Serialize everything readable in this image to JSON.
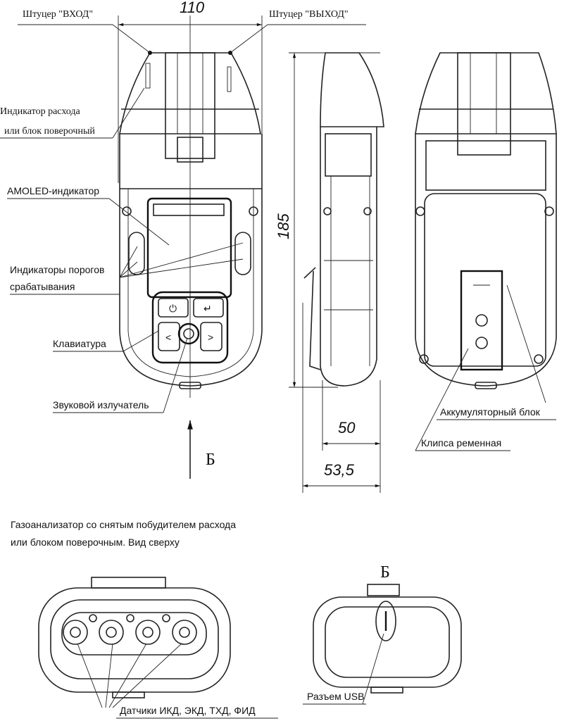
{
  "title": "Газоанализатор — габаритный чертёж",
  "labels": {
    "inlet": "Штуцер \"ВХОД\"",
    "outlet": "Штуцер \"ВЫХОД\"",
    "flow_indicator_1": "Индикатор расхода",
    "flow_indicator_2": "или блок поверочный",
    "amoled": "AMOLED-индикатор",
    "threshold_1": "Индикаторы порогов",
    "threshold_2": "срабатывания",
    "keyboard": "Клавиатура",
    "buzzer": "Звуковой излучатель",
    "battery": "Аккумуляторный блок",
    "clip": "Клипса ременная",
    "top_view_1": "Газоанализатор со снятым побудителем расхода",
    "top_view_2": "или блоком поверочным. Вид сверху",
    "usb": "Разъем USB",
    "sensors": "Датчики ИКД, ЭКД, ТХД, ФИД",
    "view_b_arrow": "Б",
    "view_b_title": "Б"
  },
  "dimensions": {
    "width": "110",
    "height": "185",
    "depth_body": "50",
    "depth_total": "53,5"
  }
}
